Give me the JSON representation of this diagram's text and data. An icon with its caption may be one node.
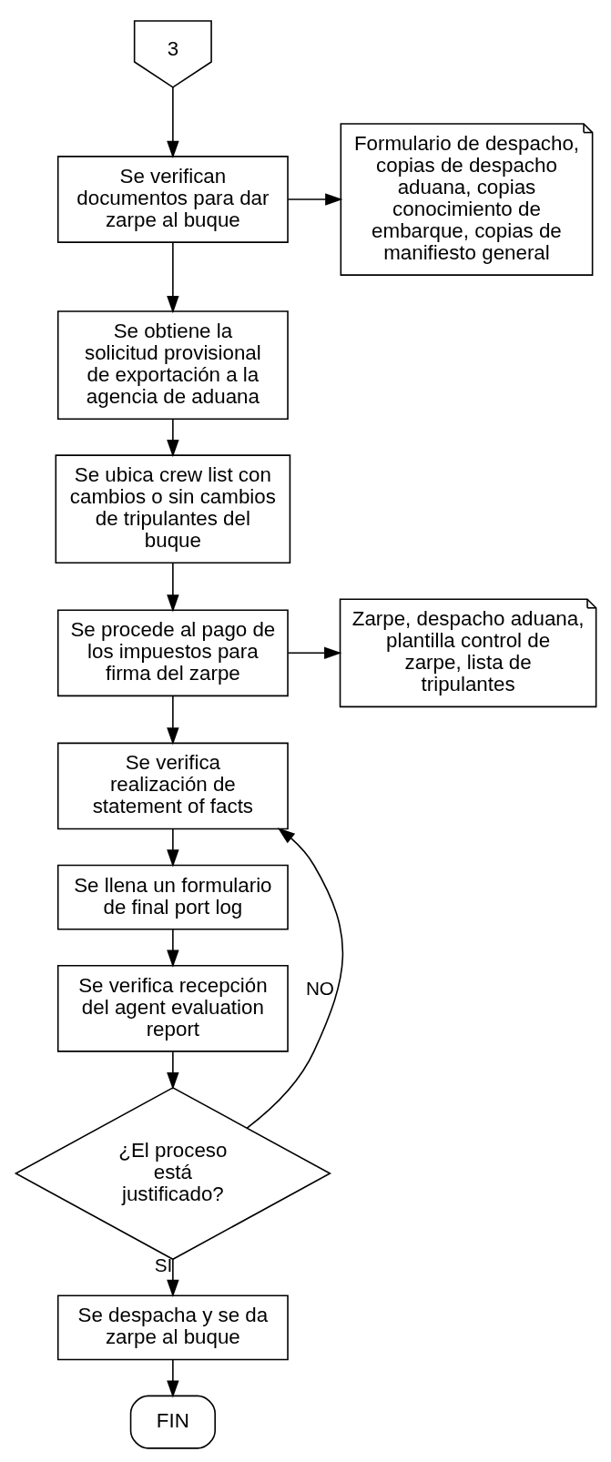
{
  "diagram": {
    "nodes": [
      {
        "text": [
          "3"
        ]
      },
      {
        "text": [
          "Se verifican documentos para dar zarpe al buque"
        ]
      },
      {
        "text": [
          "Formulario de despacho, copias de despacho aduana, copias conocimiento de embarque, copias de manifiesto general"
        ]
      },
      {
        "text": [
          "Se obtiene la solicitud provisional de exportación a la agencia de aduana"
        ]
      },
      {
        "text": [
          "Se ubica crew list con cambios o sin cambios de tripulantes del buque"
        ]
      },
      {
        "text": [
          "Se procede al pago de los impuestos para firma del zarpe"
        ]
      },
      {
        "text": [
          "Zarpe, despacho aduana, plantilla control de zarpe, lista de tripulantes"
        ]
      },
      {
        "text": [
          "Se verifica realización de statement of facts"
        ]
      },
      {
        "text": [
          "Se llena un formulario de final port log"
        ]
      },
      {
        "text": [
          "Se verifica recepción del agent evaluation report"
        ]
      },
      {
        "text": [
          "¿El proceso está justificado?"
        ]
      },
      {
        "text": [
          "Se despacha y se da zarpe al buque"
        ]
      },
      {
        "text": [
          "FIN"
        ]
      }
    ],
    "edges": [
      {
        "from": 0,
        "to": 1,
        "arrow": "to"
      },
      {
        "from": 1,
        "to": 2,
        "arrow": "to"
      },
      {
        "from": 1,
        "to": 3,
        "arrow": "to"
      },
      {
        "from": 3,
        "to": 4,
        "arrow": "to"
      },
      {
        "from": 4,
        "to": 5,
        "arrow": "to"
      },
      {
        "from": 5,
        "to": 6,
        "arrow": "to"
      },
      {
        "from": 5,
        "to": 7,
        "arrow": "to"
      },
      {
        "from": 7,
        "to": 8,
        "arrow": "to"
      },
      {
        "from": 8,
        "to": 9,
        "arrow": "to"
      },
      {
        "from": 9,
        "to": 10,
        "arrow": "to"
      },
      {
        "from": 10,
        "to": 7,
        "arrow": "to",
        "label": "NO"
      },
      {
        "from": 10,
        "to": 11,
        "arrow": "to",
        "label": "SI"
      },
      {
        "from": 11,
        "to": 12,
        "arrow": "to"
      }
    ]
  }
}
